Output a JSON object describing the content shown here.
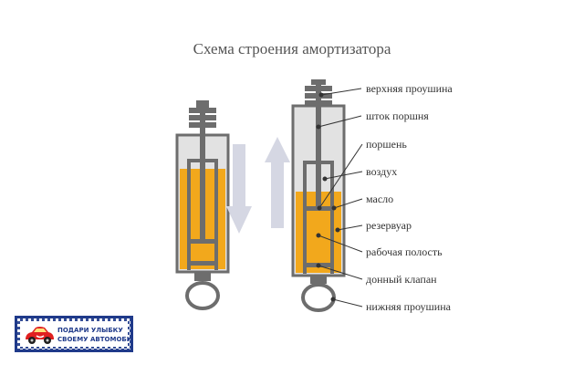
{
  "title": "Схема строения амортизатора",
  "labels": {
    "top_eye": "верхняя проушина",
    "rod": "шток поршня",
    "piston": "поршень",
    "air": "воздух",
    "oil": "масло",
    "reservoir": "резервуар",
    "working_cavity": "рабочая полость",
    "bottom_valve": "донный клапан",
    "bottom_eye": "нижняя проушина"
  },
  "badge": {
    "line1": "ПОДАРИ УЛЫБКУ",
    "line2": "СВОЕМУ АВТОМОБИЛЮ"
  },
  "colors": {
    "metal": "#6d6d6d",
    "metal_light": "#e0e0e0",
    "oil": "#f2a81c",
    "arrow": "#d5d7e3",
    "badge": "#1f3a8a"
  }
}
